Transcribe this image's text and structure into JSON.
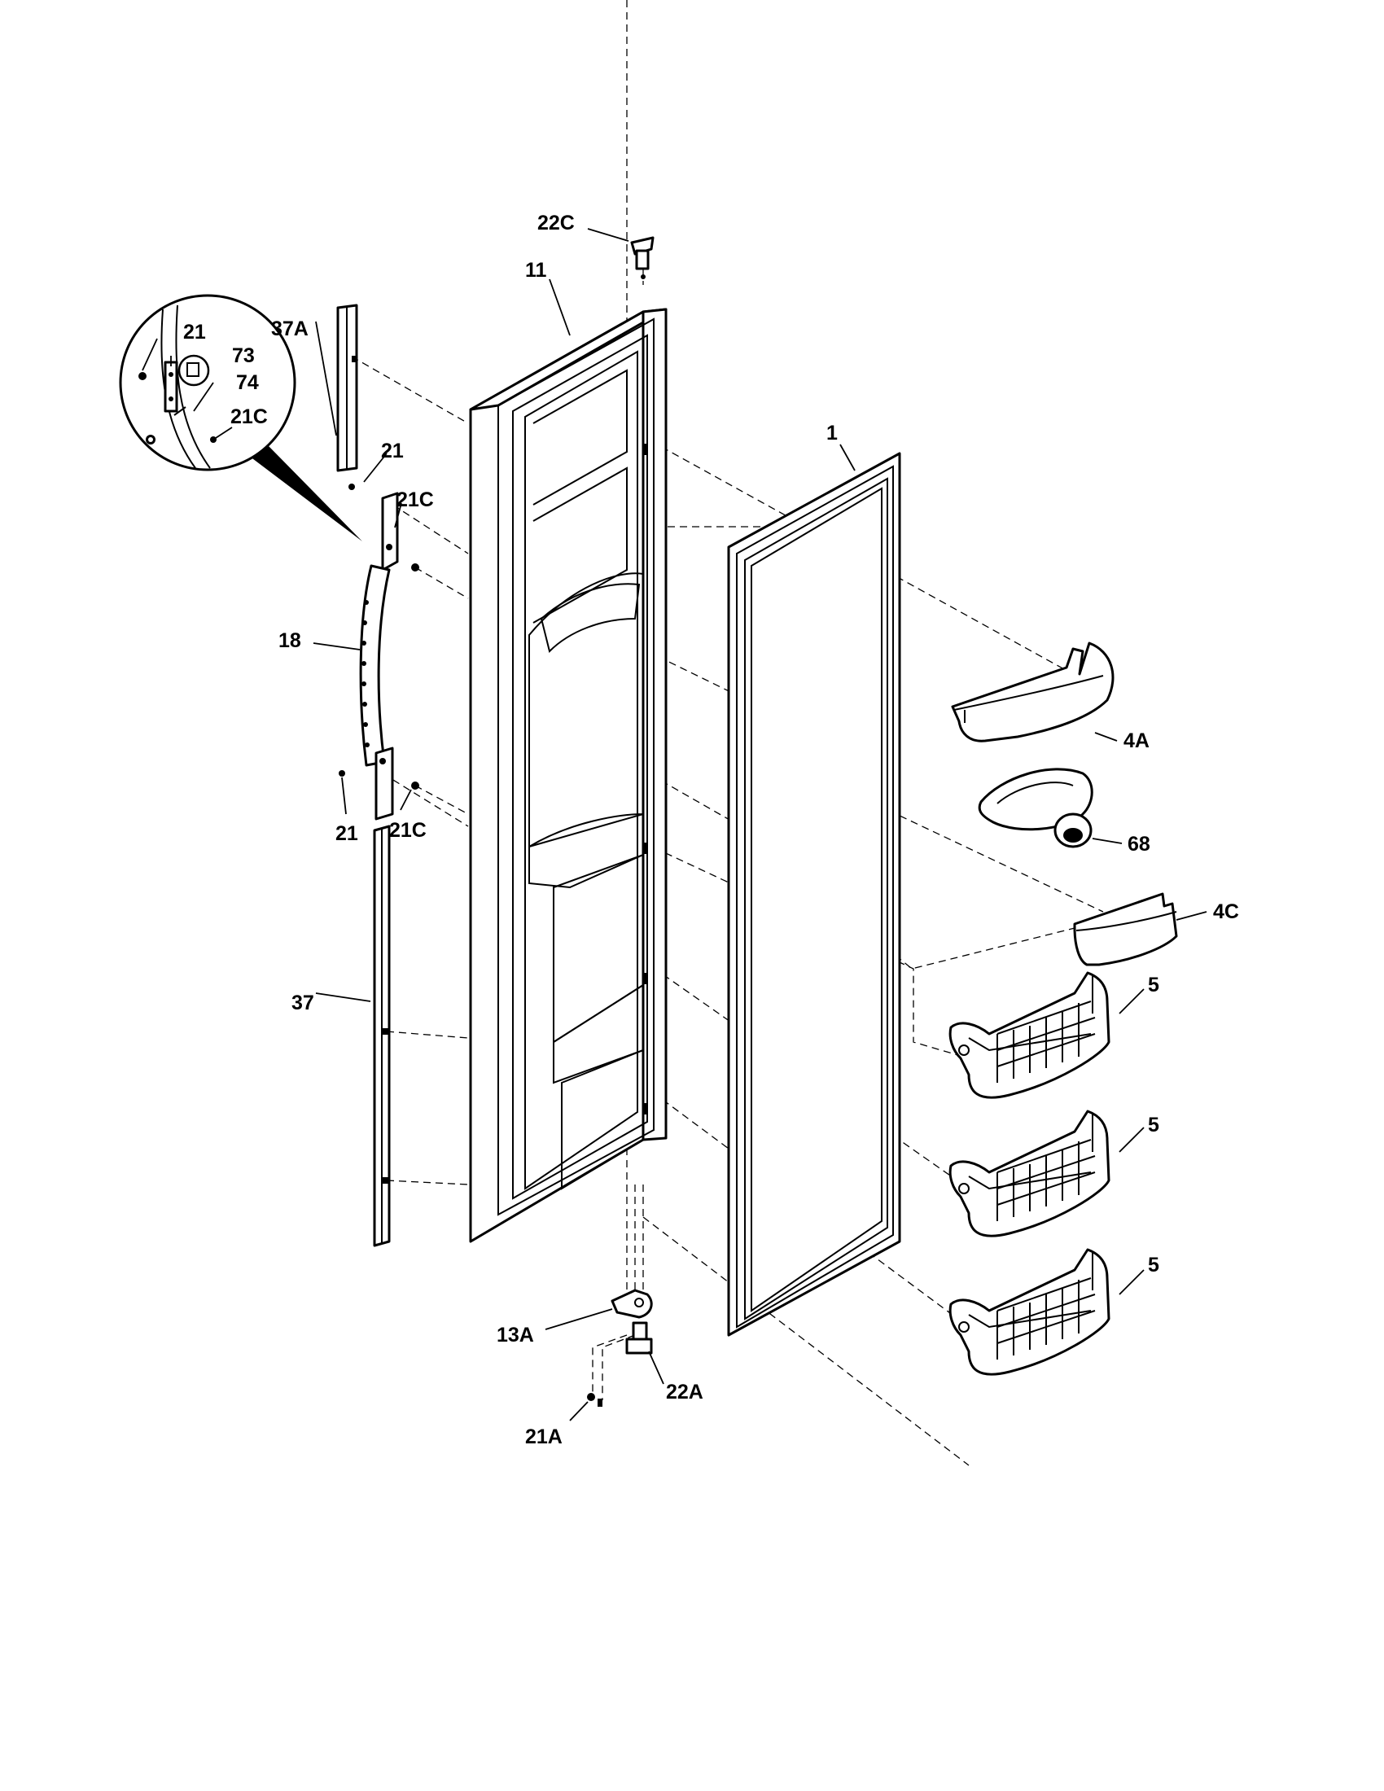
{
  "diagram": {
    "callouts": {
      "c22C": "22C",
      "c11": "11",
      "c37A": "37A",
      "c1": "1",
      "d21": "21",
      "d73": "73",
      "d74": "74",
      "d21C": "21C",
      "c21_top": "21",
      "c21C_top": "21C",
      "c18": "18",
      "c4A": "4A",
      "c68": "68",
      "c4C": "4C",
      "c21_bot": "21",
      "c21C_bot": "21C",
      "c37": "37",
      "c5a": "5",
      "c5b": "5",
      "c5c": "5",
      "c13A": "13A",
      "c22A": "22A",
      "c21A": "21A"
    }
  }
}
